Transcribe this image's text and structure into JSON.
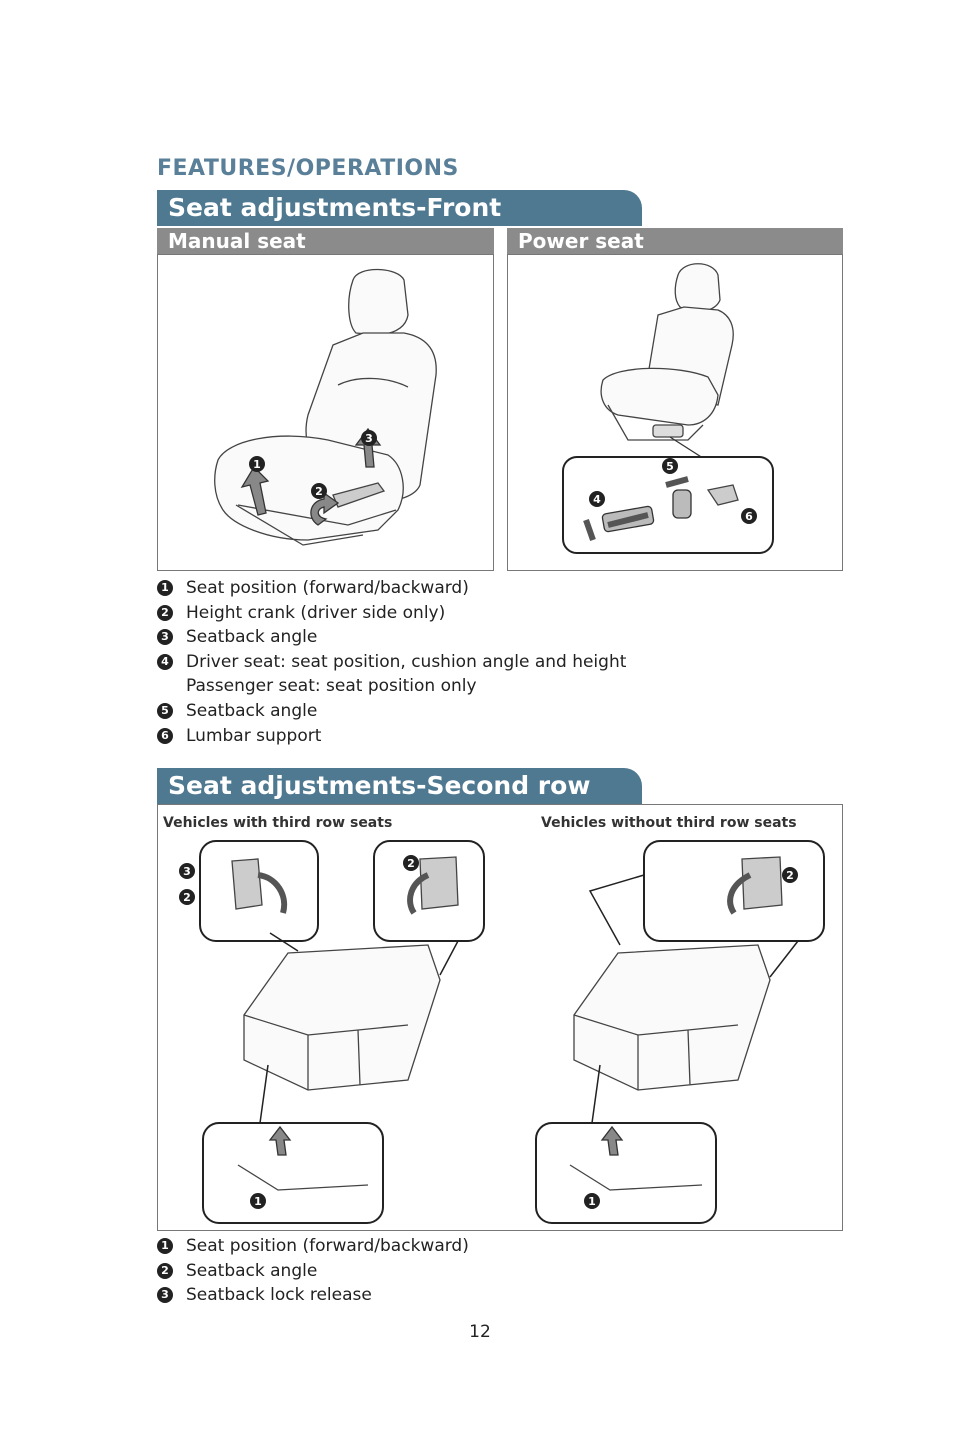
{
  "section_label": "FEATURES/OPERATIONS",
  "front": {
    "title": "Seat adjustments-Front",
    "manual_label": "Manual seat",
    "power_label": "Power seat",
    "items": [
      {
        "num": "1",
        "text": "Seat position (forward/backward)"
      },
      {
        "num": "2",
        "text": "Height crank (driver side only)"
      },
      {
        "num": "3",
        "text": "Seatback angle"
      },
      {
        "num": "4",
        "text": "Driver seat: seat position, cushion angle and height",
        "text2": "Passenger seat: seat position only"
      },
      {
        "num": "5",
        "text": "Seatback angle"
      },
      {
        "num": "6",
        "text": "Lumbar support"
      }
    ]
  },
  "second": {
    "title": "Seat adjustments-Second row seats",
    "caption_left": "Vehicles with third row seats",
    "caption_right": "Vehicles without third row seats",
    "items": [
      {
        "num": "1",
        "text": "Seat position (forward/backward)"
      },
      {
        "num": "2",
        "text": "Seatback angle"
      },
      {
        "num": "3",
        "text": "Seatback lock release"
      }
    ]
  },
  "page_number": "12",
  "colors": {
    "tab": "#4f7891",
    "subhead": "#8b8b8b",
    "section_label": "#5a7f99"
  }
}
